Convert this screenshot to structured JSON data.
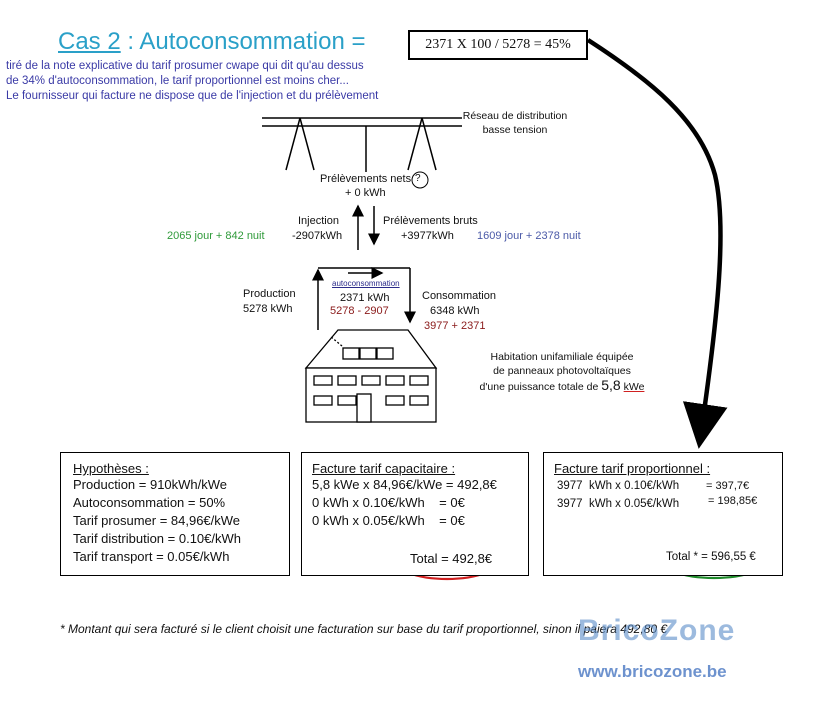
{
  "header": {
    "title_cas": "Cas 2",
    "title_rest": " : Autoconsommation =",
    "intro_lines": [
      "tiré de la note explicative du tarif prosumer cwape qui dit qu'au dessus",
      "de 34% d'autoconsommation, le tarif proportionnel est moins cher...",
      "Le fournisseur qui facture ne dispose que de l'injection et du prélèvement"
    ],
    "formula": "2371 X 100 / 5278 = 45%"
  },
  "diagram": {
    "network_label_1": "Réseau de distribution",
    "network_label_2": "basse tension",
    "net_withdrawal_label": "Prélèvements nets",
    "net_withdrawal_value": "+ 0 kWh",
    "question_mark": "?",
    "injection_label": "Injection",
    "injection_value": "-2907kWh",
    "injection_split": "2065 jour + 842 nuit",
    "gross_withdrawal_label": "Prélèvements bruts",
    "gross_withdrawal_value": "+3977kWh",
    "gross_withdrawal_split": "1609 jour + 2378 nuit",
    "production_label": "Production",
    "production_value": "5278 kWh",
    "selfcons_label": "autoconsommation",
    "selfcons_value": "2371 kWh",
    "selfcons_calc": "5278 - 2907",
    "consumption_label": "Consommation",
    "consumption_value": "6348 kWh",
    "consumption_calc": "3977 + 2371",
    "house_line_1": "Habitation unifamiliale équipée",
    "house_line_2": "de panneaux photovoltaïques",
    "house_line_3": "d'une puissance totale de",
    "house_power": "5,8",
    "house_unit": "kWe"
  },
  "boxes": {
    "hypotheses": {
      "title": "Hypothèses :",
      "lines": [
        "Production = 910kWh/kWe",
        "Autoconsommation = 50%",
        "Tarif prosumer = 84,96€/kWe",
        "Tarif distribution = 0.10€/kWh",
        "Tarif transport = 0.05€/kWh"
      ]
    },
    "capacitaire": {
      "title": "Facture tarif capacitaire :",
      "lines": [
        "5,8  kWe x 84,96€/kWe = 492,8€",
        "0 kWh x 0.10€/kWh    = 0€",
        "0 kWh x 0.05€/kWh    = 0€"
      ],
      "total": "Total = 492,8€"
    },
    "proportionnel": {
      "title": "Facture tarif proportionnel :",
      "line1_left": "3977  kWh x 0.10€/kWh",
      "line1_right": "= 397,7€",
      "line2_left": "3977  kWh x 0.05€/kWh",
      "line2_right": "= 198,85€",
      "total": "Total * = 596,55 €"
    }
  },
  "footnote": "* Montant qui sera facturé si le client choisit une facturation sur base du tarif proportionnel, sinon il paiera 492,80 €",
  "watermark": {
    "brand": "BricoZone",
    "url": "www.bricozone.be"
  },
  "colors": {
    "title": "#2aa0c8",
    "intro": "#3a3aa6",
    "green": "#2f9a3a",
    "blue": "#4b5aa8",
    "red_circle": "#d02020",
    "green_circle": "#1e8a2a"
  }
}
